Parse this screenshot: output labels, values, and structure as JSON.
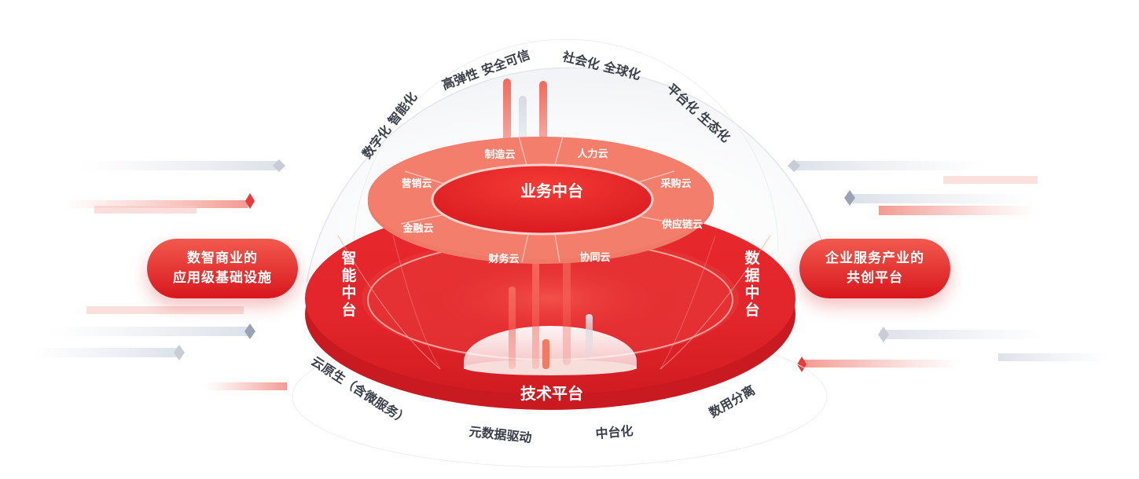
{
  "left_card": {
    "line1": "数智商业的",
    "line2": "应用级基础设施"
  },
  "right_card": {
    "line1": "企业服务产业的",
    "line2": "共创平台"
  },
  "top_arcs": [
    "数字化 智能化",
    "高弹性 安全可信",
    "社会化 全球化",
    "平台化 生态化"
  ],
  "bottom_arcs": [
    "云原生（含微服务）",
    "元数据驱动",
    "中台化",
    "数用分离"
  ],
  "center": {
    "business": "业务中台",
    "tech": "技术平台",
    "smart": [
      "智",
      "能",
      "中",
      "台"
    ],
    "data": [
      "数",
      "据",
      "中",
      "台"
    ]
  },
  "ring_clouds": [
    "制造云",
    "人力云",
    "采购云",
    "供应链云",
    "协同云",
    "财务云",
    "金融云",
    "营销云"
  ],
  "colors": {
    "primary_red": "#e01f24",
    "ring_salmon": "#f47a68",
    "text_dark": "#3a3f4a"
  }
}
